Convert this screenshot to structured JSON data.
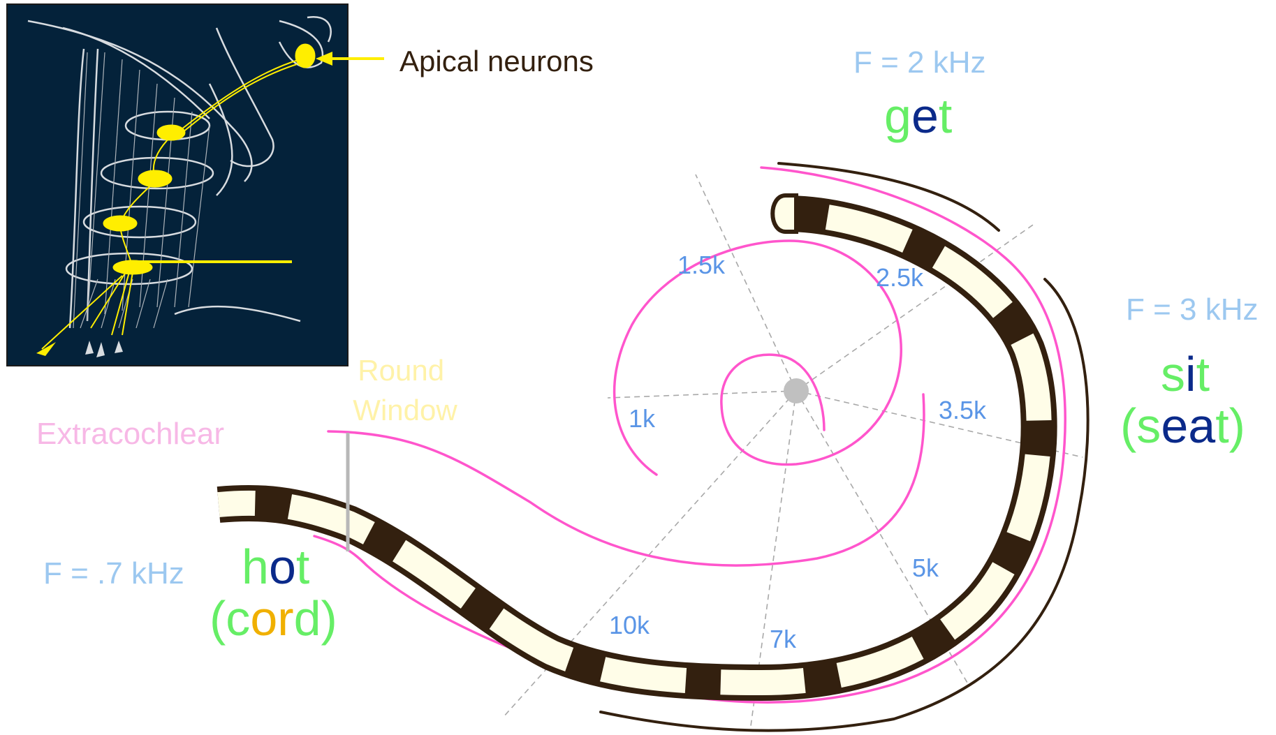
{
  "inset": {
    "callout": "Apical neurons",
    "colors": {
      "background": "#04223a",
      "neuron": "#ffee00",
      "structure": "#d8dce0"
    }
  },
  "labels": {
    "round_window": [
      "Round",
      "Window"
    ],
    "extracochlear": "Extracochlear"
  },
  "frequency_marks": [
    "1.5k",
    "2.5k",
    "1k",
    "3.5k",
    "5k",
    "7k",
    "10k"
  ],
  "formants": {
    "f2k": "F = 2 kHz",
    "f3k": "F = 3 kHz",
    "f07k": "F = .7 kHz"
  },
  "words": {
    "get": [
      "g",
      "e",
      "t"
    ],
    "sit": [
      "s",
      "i",
      "t"
    ],
    "seat": [
      "(s",
      "ea",
      "t)"
    ],
    "hot": [
      "h",
      "o",
      "t"
    ],
    "cord": [
      "(c",
      "or",
      "d)"
    ]
  },
  "colors": {
    "pink": "#ff55cc",
    "electrode_dark": "#33200f",
    "electrode_light": "#fffde8",
    "freq_label": "#5a95e6",
    "formant_label": "#9cc8f0",
    "word_green": "#66ee66",
    "word_navy": "#0b2a8a",
    "word_orange": "#f0b000",
    "round_window": "#fff2a8",
    "extracochlear": "#f7b8e6"
  }
}
